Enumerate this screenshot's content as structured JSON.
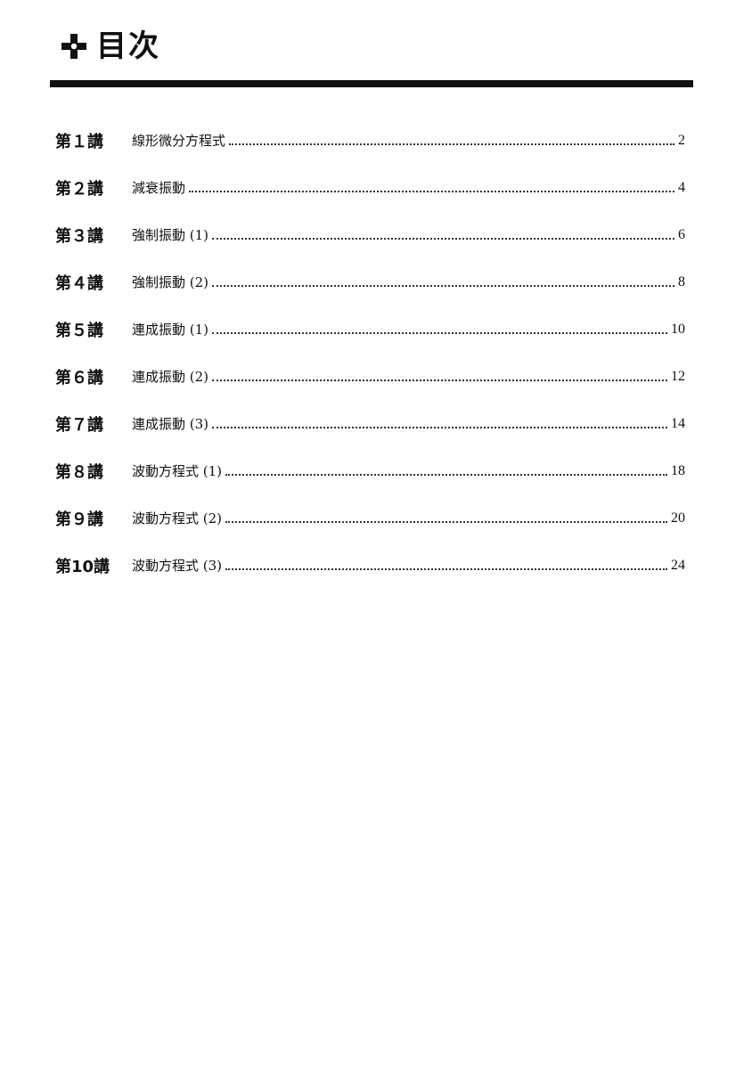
{
  "header": {
    "title": "目次",
    "icon": "cross-icon"
  },
  "toc": [
    {
      "lecture": "第１講",
      "title": "線形微分方程式",
      "page": "2"
    },
    {
      "lecture": "第２講",
      "title": "減衰振動",
      "page": "4"
    },
    {
      "lecture": "第３講",
      "title": "強制振動 (1)",
      "page": "6"
    },
    {
      "lecture": "第４講",
      "title": "強制振動 (2)",
      "page": "8"
    },
    {
      "lecture": "第５講",
      "title": "連成振動 (1)",
      "page": "10"
    },
    {
      "lecture": "第６講",
      "title": "連成振動 (2)",
      "page": "12"
    },
    {
      "lecture": "第７講",
      "title": "連成振動 (3)",
      "page": "14"
    },
    {
      "lecture": "第８講",
      "title": "波動方程式 (1)",
      "page": "18"
    },
    {
      "lecture": "第９講",
      "title": "波動方程式 (2)",
      "page": "20"
    },
    {
      "lecture": "第10講",
      "title": "波動方程式 (3)",
      "page": "24"
    }
  ]
}
